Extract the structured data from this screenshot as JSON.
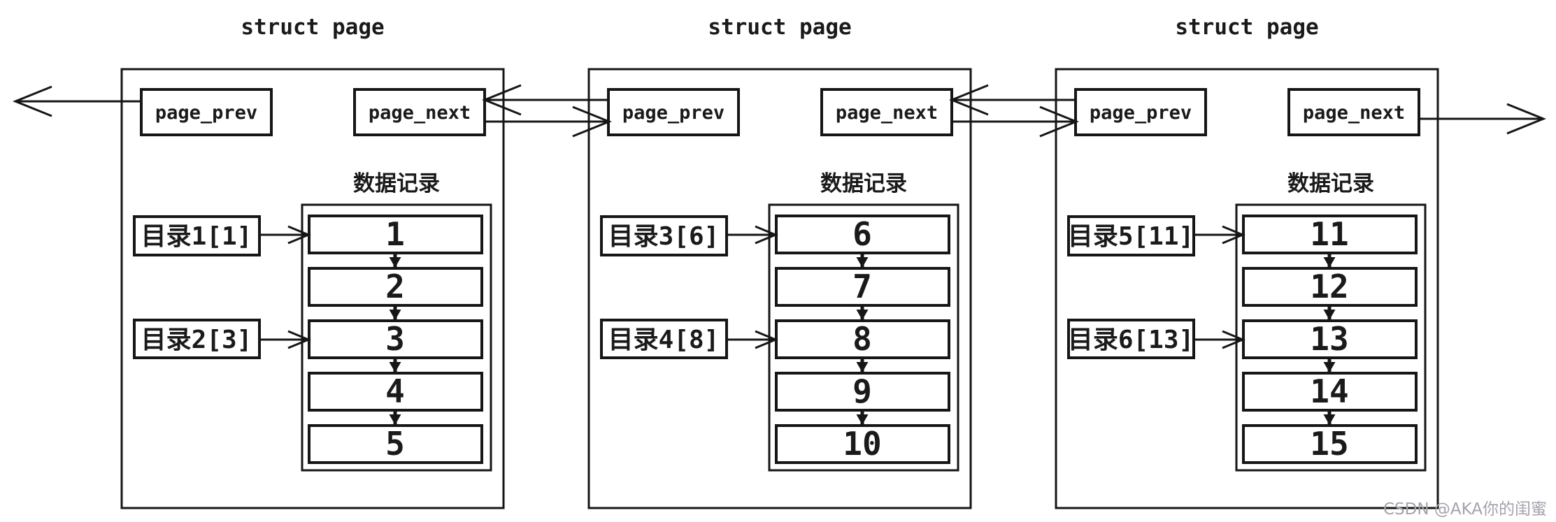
{
  "pages": [
    {
      "title": "struct page",
      "fields": {
        "prev": "page_prev",
        "next": "page_next"
      },
      "records_label": "数据记录",
      "records": [
        "1",
        "2",
        "3",
        "4",
        "5"
      ],
      "directories": [
        "目录1[1]",
        "目录2[3]"
      ]
    },
    {
      "title": "struct page",
      "fields": {
        "prev": "page_prev",
        "next": "page_next"
      },
      "records_label": "数据记录",
      "records": [
        "6",
        "7",
        "8",
        "9",
        "10"
      ],
      "directories": [
        "目录3[6]",
        "目录4[8]"
      ]
    },
    {
      "title": "struct page",
      "fields": {
        "prev": "page_prev",
        "next": "page_next"
      },
      "records_label": "数据记录",
      "records": [
        "11",
        "12",
        "13",
        "14",
        "15"
      ],
      "directories": [
        "目录5[11]",
        "目录6[13]"
      ]
    }
  ],
  "watermark": "CSDN @AKA你的闺蜜",
  "colors": {
    "line": "#161616",
    "background": "#ffffff",
    "watermark": "#a3a3ab"
  }
}
